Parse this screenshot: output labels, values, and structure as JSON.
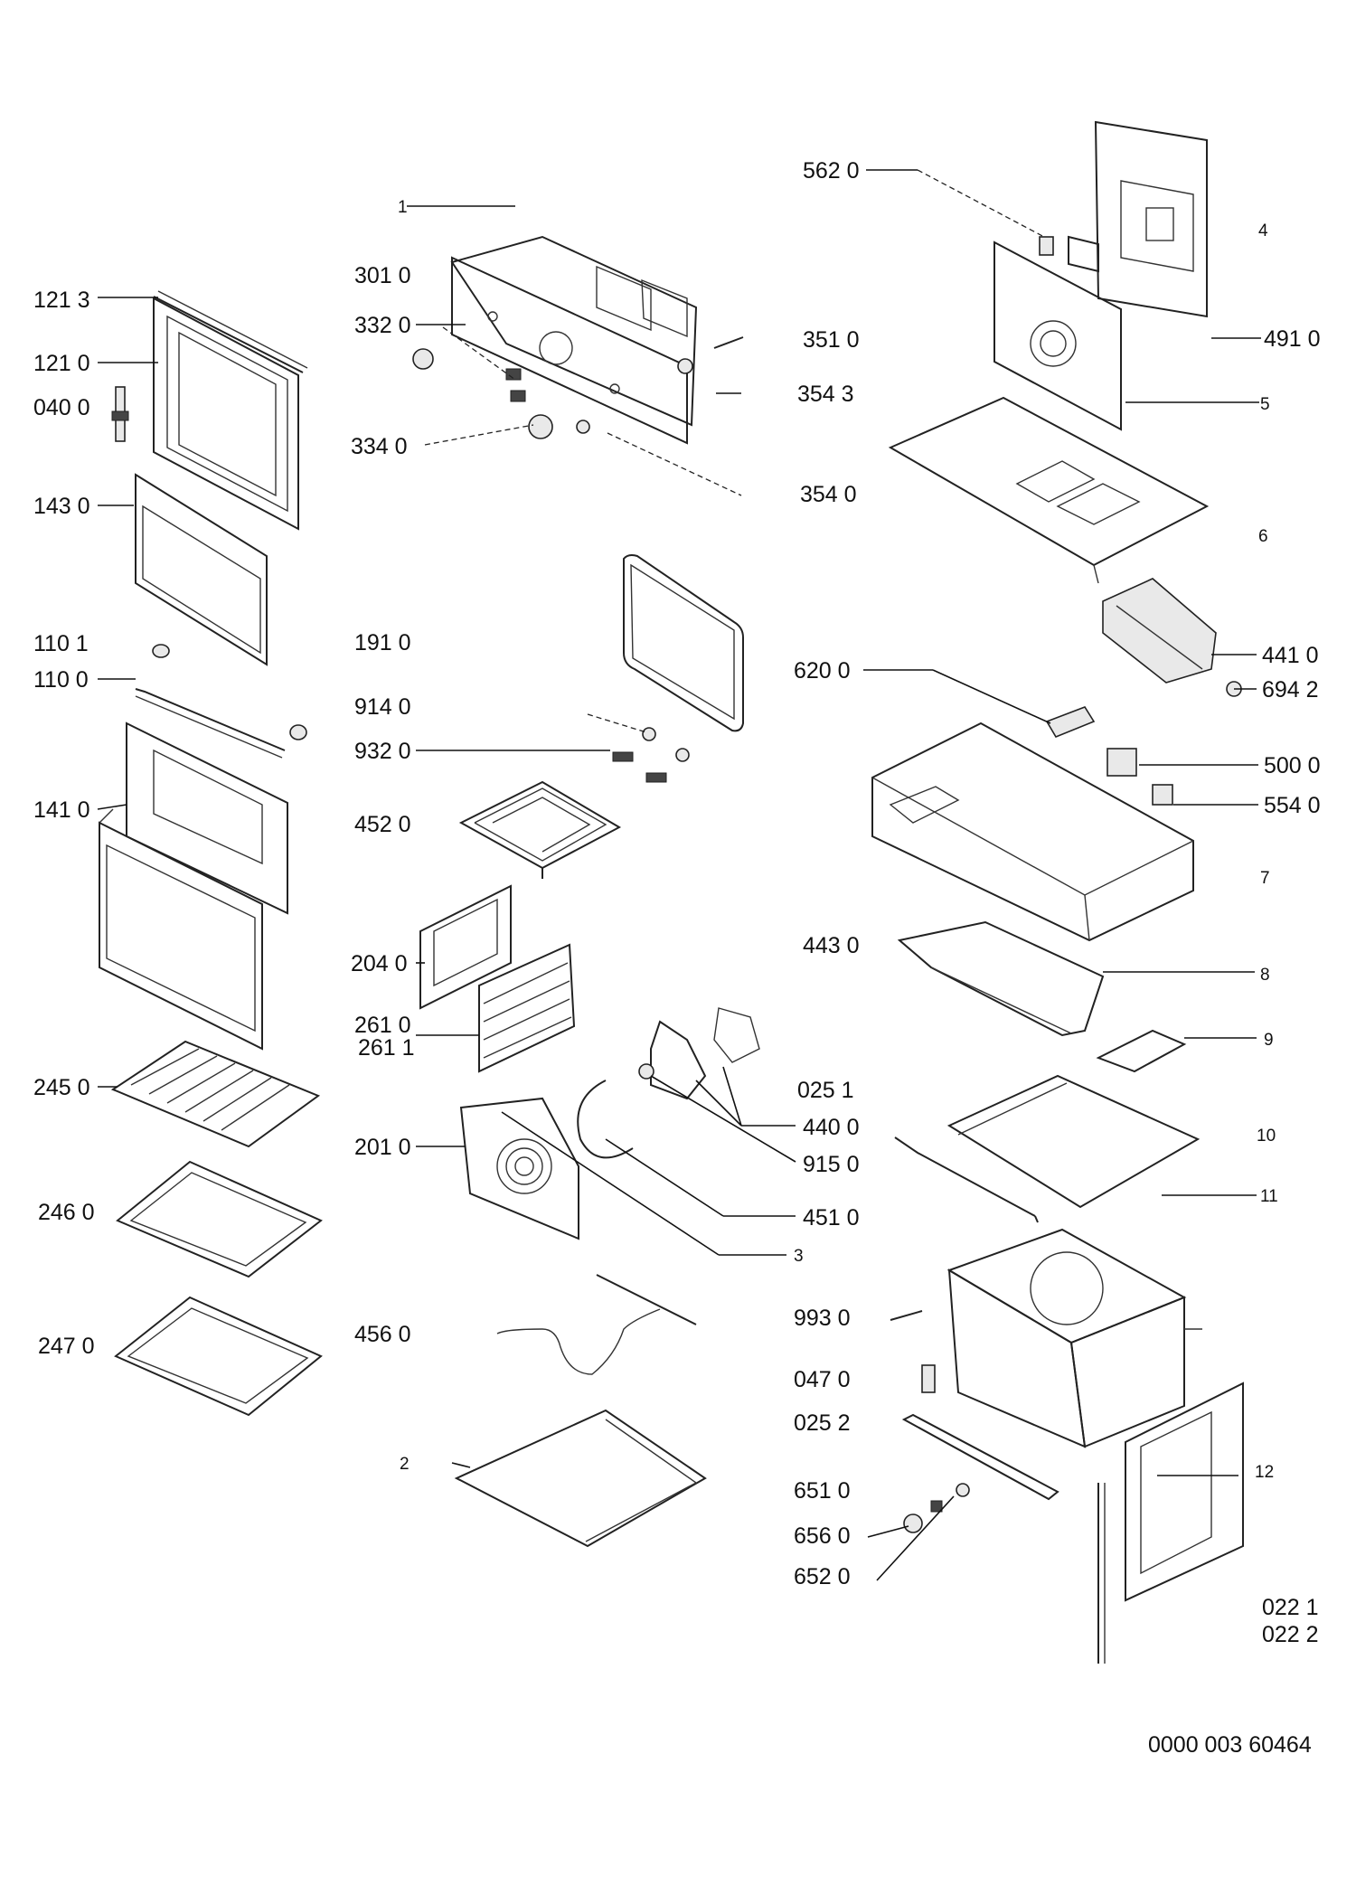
{
  "diagram": {
    "labels": {
      "l_1213": "121 3",
      "l_1210": "121 0",
      "l_0400": "040 0",
      "l_1430": "143 0",
      "l_1101": "110 1",
      "l_1100": "110 0",
      "l_1410": "141 0",
      "l_2450": "245 0",
      "l_2460": "246 0",
      "l_2470": "247 0",
      "l_1": "1",
      "l_3010": "301 0",
      "l_3320": "332 0",
      "l_3340": "334 0",
      "l_1910": "191 0",
      "l_9140": "914 0",
      "l_9320": "932 0",
      "l_4520": "452 0",
      "l_2040": "204 0",
      "l_2610": "261 0",
      "l_2611": "261 1",
      "l_2010": "201 0",
      "l_4560": "456 0",
      "l_2": "2",
      "l_3": "3",
      "l_5620": "562 0",
      "l_3510": "351 0",
      "l_3543": "354 3",
      "l_3540": "354 0",
      "l_4": "4",
      "l_4910": "491 0",
      "l_5": "5",
      "l_6": "6",
      "l_4410": "441 0",
      "l_6942": "694 2",
      "l_6200": "620 0",
      "l_5000": "500 0",
      "l_5540": "554 0",
      "l_7": "7",
      "l_4430": "443 0",
      "l_8": "8",
      "l_9": "9",
      "l_0251": "025 1",
      "l_4400": "440 0",
      "l_9150": "915 0",
      "l_4510": "451 0",
      "l_10": "10",
      "l_11": "11",
      "l_9930": "993 0",
      "l_0470": "047 0",
      "l_0252": "025 2",
      "l_6510": "651 0",
      "l_6560": "656 0",
      "l_6520": "652 0",
      "l_12": "12",
      "l_0221": "022 1",
      "l_0222": "022 2"
    },
    "drawing_number": "0000 003 60464"
  }
}
